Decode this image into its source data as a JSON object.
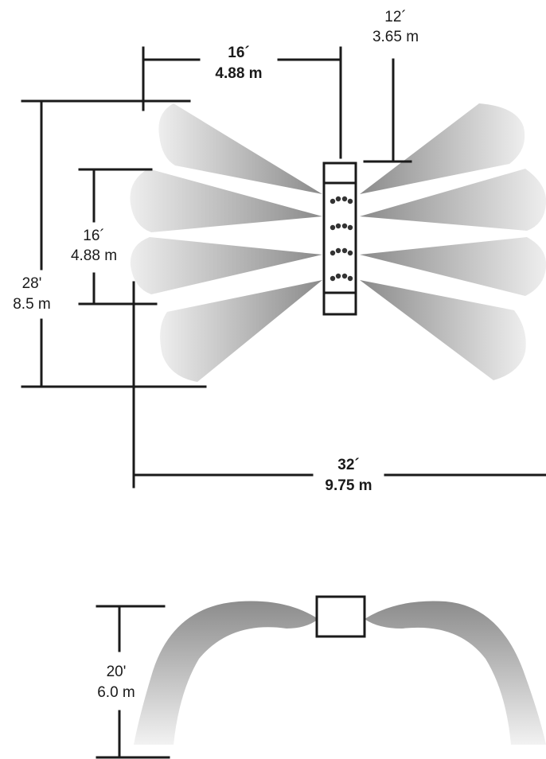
{
  "top_view": {
    "dim_top_width": {
      "line1": "16´",
      "line2": "4.88 m"
    },
    "dim_offset": {
      "line1": "12´",
      "line2": "3.65 m"
    },
    "dim_inner_height": {
      "line1": "16´",
      "line2": "4.88 m"
    },
    "dim_outer_height": {
      "line1": "28'",
      "line2": "8.5 m"
    },
    "dim_total_range": {
      "line1": "32´",
      "line2": "9.75 m"
    }
  },
  "side_view": {
    "dim_height": {
      "line1": "20'",
      "line2": "6.0 m"
    }
  },
  "colors": {
    "line": "#1a1a1a",
    "beam_dark": "#8a8a8a",
    "beam_light": "#eeeeee"
  }
}
